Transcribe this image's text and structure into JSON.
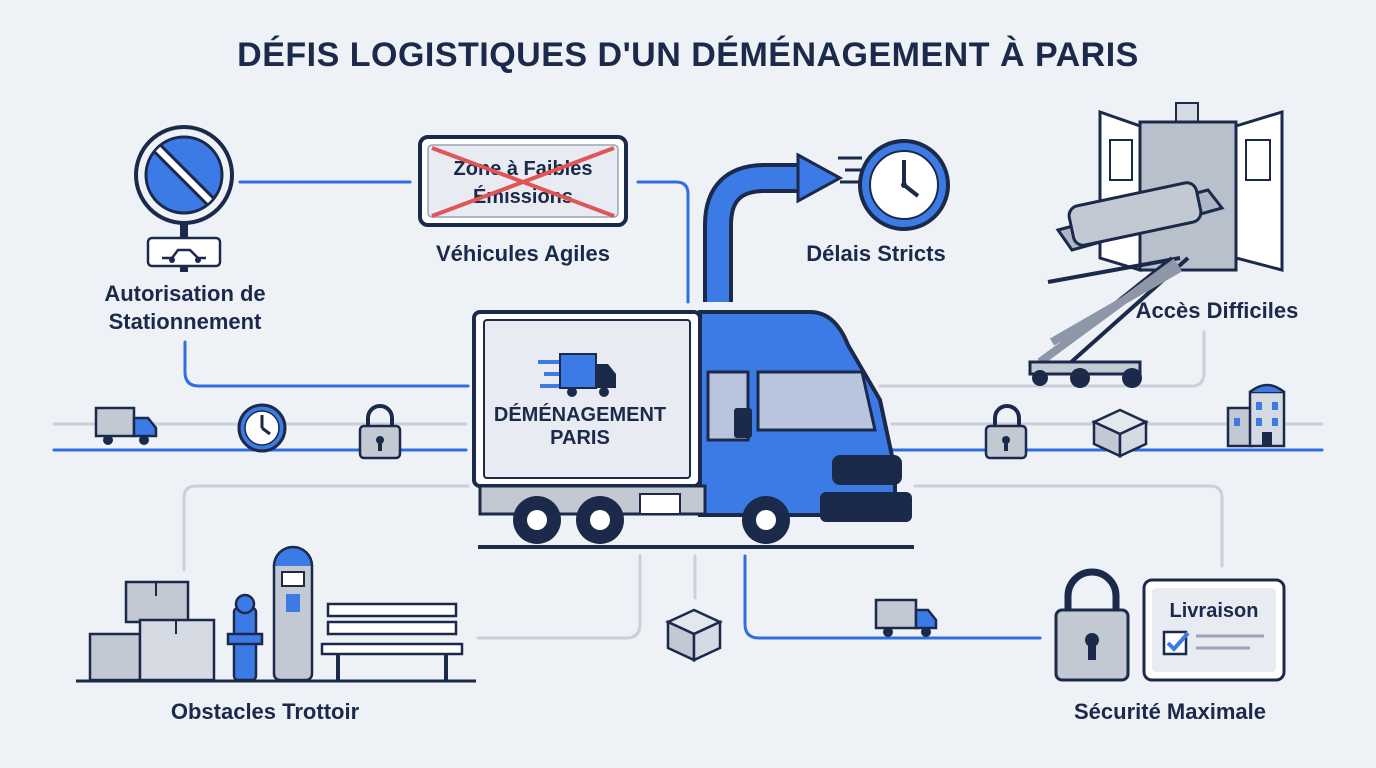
{
  "title": "DÉFIS LOGISTIQUES D'UN DÉMÉNAGEMENT À PARIS",
  "nodes": {
    "parking": {
      "label": "Autorisation de\nStationnement"
    },
    "zone": {
      "label": "Véhicules Agiles",
      "sign_line1": "Zone à Faibles",
      "sign_line2": "Émissions"
    },
    "delays": {
      "label": "Délais Stricts"
    },
    "access": {
      "label": "Accès Difficiles"
    },
    "sidewalk": {
      "label": "Obstacles Trottoir"
    },
    "security": {
      "label": "Sécurité Maximale",
      "checklist_title": "Livraison"
    }
  },
  "truck": {
    "line1": "DÉMÉNAGEMENT",
    "line2": "PARIS"
  },
  "colors": {
    "accent": "#2f6fe0",
    "dark": "#1b2a4a",
    "gray": "#c9d0dc",
    "box": "#c3c9d3"
  }
}
